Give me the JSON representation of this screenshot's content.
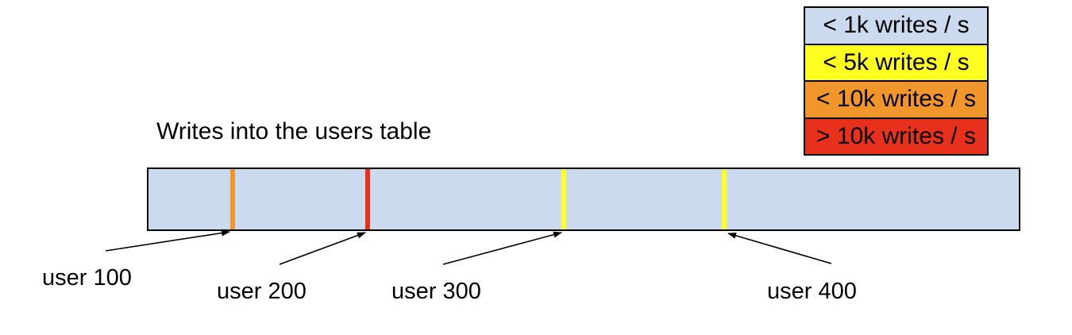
{
  "title": "Writes into the users table",
  "legend": {
    "items": [
      {
        "label": "< 1k writes / s",
        "color": "#cbdaee"
      },
      {
        "label": "< 5k writes / s",
        "color": "#ffff21"
      },
      {
        "label": "< 10k writes / s",
        "color": "#f0962b"
      },
      {
        "label": "> 10k writes / s",
        "color": "#e8311d"
      }
    ]
  },
  "bar": {
    "fill": "#cbdaee",
    "border_color": "#000000",
    "markers": [
      {
        "label": "user 100",
        "color": "#f0962b"
      },
      {
        "label": "user 200",
        "color": "#e8311d"
      },
      {
        "label": "user 300",
        "color": "#ffff21"
      },
      {
        "label": "user 400",
        "color": "#ffff21"
      }
    ]
  }
}
